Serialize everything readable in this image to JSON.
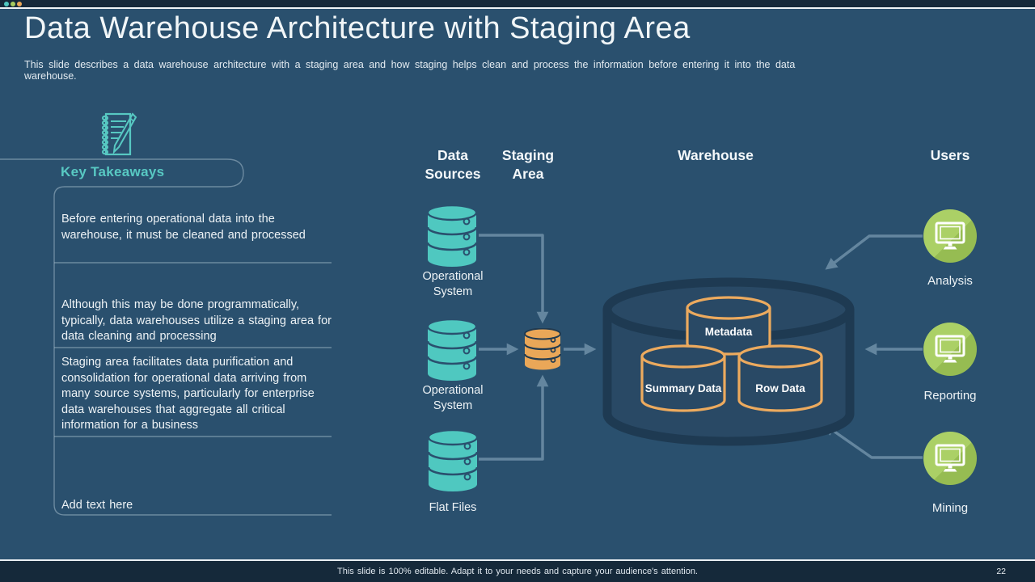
{
  "slide": {
    "title": "Data Warehouse Architecture with Staging Area",
    "subtitle": "This slide describes a data warehouse architecture with a staging area and how staging helps clean and process the information before entering it into the data warehouse.",
    "footer": "This slide is 100% editable. Adapt it to your needs and capture your audience's attention.",
    "page_number": "22"
  },
  "key_takeaways": {
    "heading": "Key Takeaways",
    "icon": "notepad-pencil-icon",
    "items": [
      "Before entering operational data into the warehouse, it must be cleaned and processed",
      "Although this may be done programmatically, typically, data warehouses utilize a staging area for data cleaning and processing",
      "Staging area facilitates data purification and consolidation for operational data arriving from many source systems, particularly for enterprise data warehouses that aggregate all critical information for a business",
      "Add text here"
    ]
  },
  "diagram": {
    "columns": [
      {
        "label": "Data Sources"
      },
      {
        "label": "Staging Area"
      },
      {
        "label": "Warehouse"
      },
      {
        "label": "Users"
      }
    ],
    "data_sources": [
      {
        "label": "Operational System",
        "icon": "database-icon"
      },
      {
        "label": "Operational System",
        "icon": "database-icon"
      },
      {
        "label": "Flat Files",
        "icon": "database-icon"
      }
    ],
    "staging": {
      "icon": "database-icon"
    },
    "warehouse": {
      "stores": [
        {
          "label": "Metadata"
        },
        {
          "label": "Summary Data"
        },
        {
          "label": "Row Data"
        }
      ]
    },
    "users": [
      {
        "label": "Analysis",
        "icon": "monitor-icon"
      },
      {
        "label": "Reporting",
        "icon": "monitor-icon"
      },
      {
        "label": "Mining",
        "icon": "monitor-icon"
      }
    ]
  },
  "colors": {
    "background": "#2a506e",
    "bar": "#15293a",
    "teal_accent": "#4fc8c0",
    "green_accent": "#a6cb5f",
    "orange_accent": "#eaa758",
    "arrow": "#64869f",
    "warehouse_outline": "#1e3a52"
  }
}
